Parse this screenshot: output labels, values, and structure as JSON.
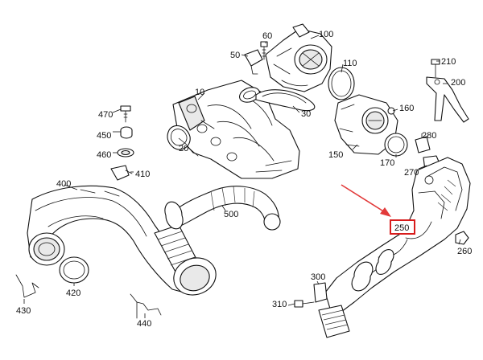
{
  "callouts": {
    "c10": "10",
    "c20": "20",
    "c30": "30",
    "c50": "50",
    "c60": "60",
    "c100": "100",
    "c110": "110",
    "c150": "150",
    "c160": "160",
    "c170": "170",
    "c200": "200",
    "c210": "210",
    "c250": "250",
    "c260": "260",
    "c270": "270",
    "c280": "280",
    "c300": "300",
    "c310": "310",
    "c400": "400",
    "c410": "410",
    "c420": "420",
    "c430": "430",
    "c440": "440",
    "c450": "450",
    "c460": "460",
    "c470": "470",
    "c500": "500"
  },
  "highlight": {
    "callout": "250",
    "box_color": "#d81c1c",
    "arrow_color": "#e23a3a"
  }
}
